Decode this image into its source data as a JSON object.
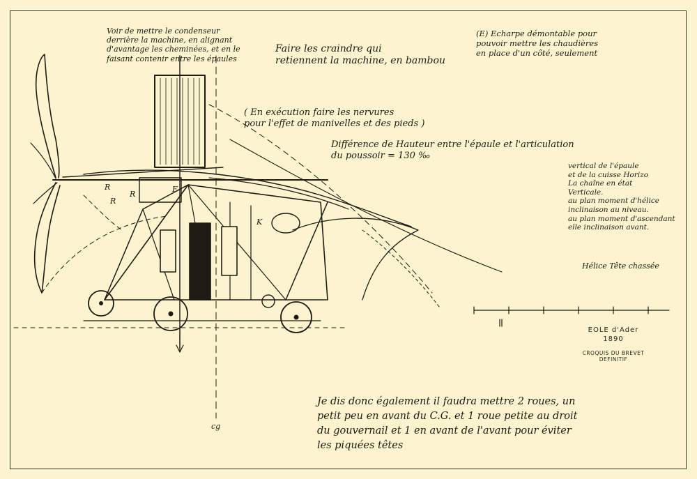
{
  "notes": {
    "top_left": "Voir de mettre le condenseur\nderrière la machine, en alignant\nd'avantage les cheminées, et en le\nfaisant contenir entre les épaules",
    "top_center": "Faire les craindre qui\nretiennent la machine, en bambou",
    "top_right": "(E) Echarpe démontable pour\npouvoir mettre les chaudières\nen place d'un côté, seulement",
    "parenthetical": "( En exécution faire les nervures\npour l'effet de manivelles et des pieds )",
    "height_difference": "Différence de Hauteur entre l'épaule et l'articulation\ndu poussoir = 130 ‰",
    "right_column": "vertical de l'épaule\net de la cuisse Horizo\nLa chaîne en état\nVerticale.\nau plan moment d'hélice\ninclinaison au niveau.\nau plan moment d'ascendant\nelle inclinaison avant.",
    "helice": "Hélice Tête chassée",
    "bottom": "Je dis donc également il faudra mettre 2 roues, un\npetit peu en avant du C.G. et 1 roue petite au droit\ndu gouvernail et 1 en avant de l'avant pour éviter\nles piquées têtes"
  },
  "labels": {
    "cg": "cg",
    "title": "EOLE d'Ader\n1890",
    "subtitle": "CROQUIS DU BREVET\nDEFINITIF",
    "label_E": "E",
    "label_R1": "R",
    "label_R2": "R",
    "label_R3": "R",
    "label_K": "K"
  }
}
